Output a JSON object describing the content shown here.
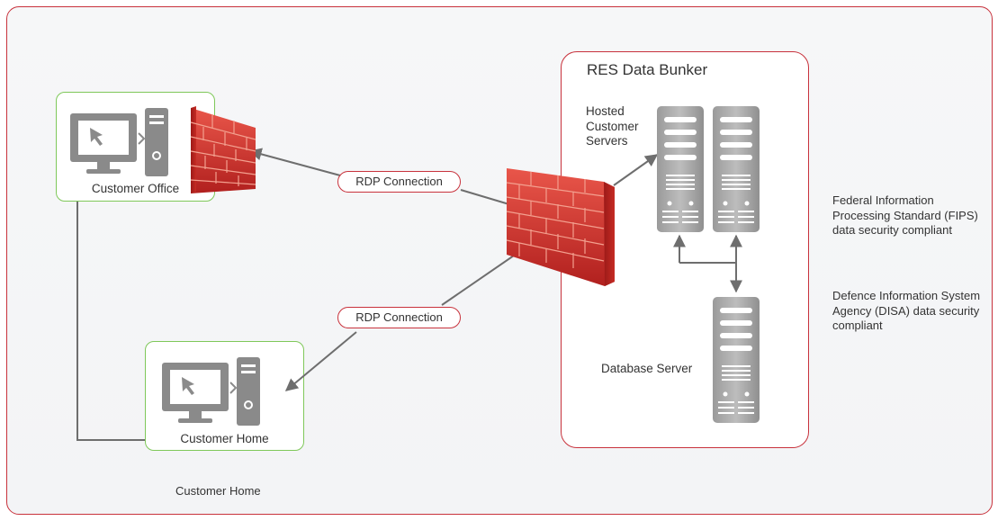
{
  "bunker": {
    "title": "RES Data Bunker"
  },
  "nodes": {
    "office": {
      "label": "Customer Office"
    },
    "home": {
      "label": "Customer Home"
    }
  },
  "connections": [
    {
      "label": "RDP Connection"
    },
    {
      "label": "RDP Connection"
    }
  ],
  "labels": {
    "hosted_servers": "Hosted Customer Servers",
    "database_server": "Database Server",
    "caption_bottom": "Customer Home"
  },
  "compliance": [
    "Federal Information Processing Standard (FIPS) data security compliant",
    "Defence Information System Agency (DISA) data security compliant"
  ],
  "colors": {
    "accent": "#c8323c",
    "node_border": "#7fc85a",
    "device": "#8a8a8a",
    "connector": "#6e6e6e"
  },
  "icons": [
    "computer-icon",
    "firewall-icon",
    "server-icon"
  ]
}
